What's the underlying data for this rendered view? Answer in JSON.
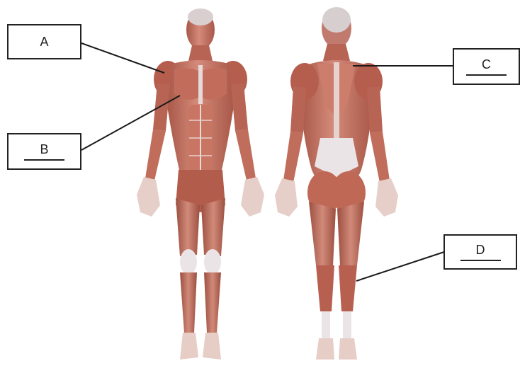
{
  "labels": {
    "a": "A",
    "b": "B",
    "c": "C",
    "d": "D"
  },
  "colors": {
    "muscle": "#c9766a",
    "muscle_dark": "#a85848",
    "muscle_light": "#e2a493",
    "tendon": "#ebe4e6",
    "skin": "#f0d8cf",
    "line": "#1a1a1a"
  }
}
